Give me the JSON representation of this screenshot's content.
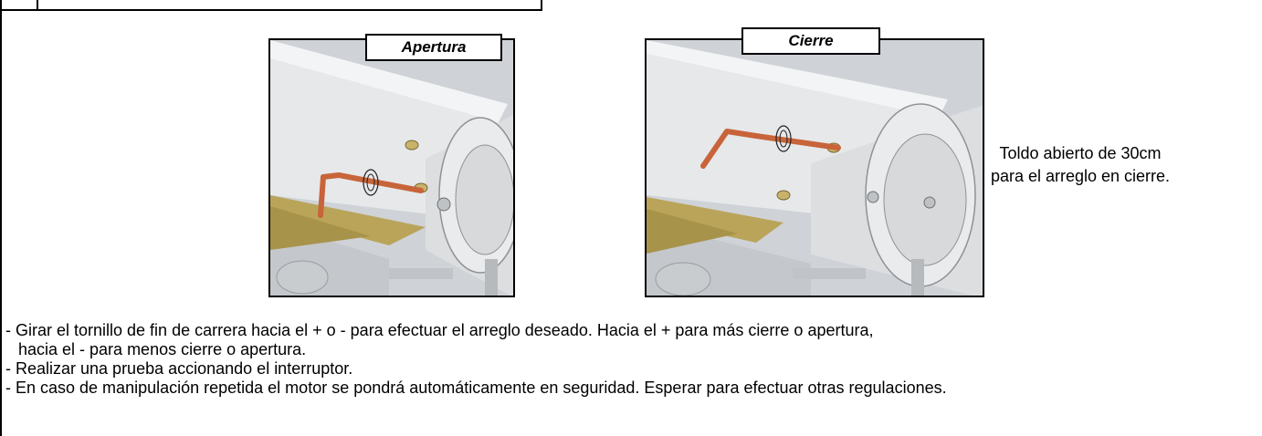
{
  "figures": {
    "opening": {
      "caption": "Apertura"
    },
    "closing": {
      "caption": "Cierre"
    }
  },
  "side_note": "Toldo abierto de 30cm para el arreglo en cierre.",
  "instructions": {
    "line1": "- Girar el tornillo de fin de carrera hacia el + o - para efectuar el arreglo deseado.  Hacia el + para más cierre o apertura,",
    "line1_cont": "hacia el - para menos cierre o apertura.",
    "line2": "- Realizar una prueba accionando el interruptor.",
    "line3": "- En caso de manipulación repetida el motor se pondrá automáticamente en seguridad. Esperar para efectuar otras regulaciones."
  },
  "colors": {
    "hex_key": "#c8643a",
    "awning_fabric": "#b9a45a",
    "housing": "#e4e6e8"
  }
}
